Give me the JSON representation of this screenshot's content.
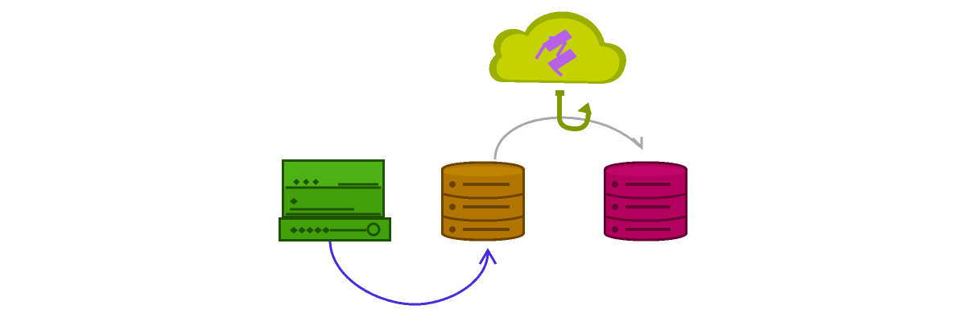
{
  "diagram": {
    "colors": {
      "background": "#ffffff",
      "cloud": "#c4d300",
      "cloud_shadow": "#9caf00",
      "cloud_symbol": "#b760ea",
      "hook": "#7e9a00",
      "server": "#42a10a",
      "server_dark": "#1f5300",
      "server_light": "#5bbf19",
      "db_middle": "#b27600",
      "db_middle_dark": "#6a4400",
      "db_right": "#b3005e",
      "db_right_dark": "#650033",
      "arrow_top": "#a9a9a9",
      "arrow_bottom": "#4a2ce0"
    },
    "nodes": [
      {
        "id": "cloud",
        "icon": "cloud-with-sync-icon"
      },
      {
        "id": "server",
        "icon": "server-rack-icon"
      },
      {
        "id": "middle-db",
        "icon": "database-icon"
      },
      {
        "id": "right-db",
        "icon": "database-icon"
      }
    ],
    "connections": [
      {
        "from": "server",
        "to": "middle-db",
        "icon": "curved-arrow-icon"
      },
      {
        "from": "middle-db",
        "to": "right-db",
        "icon": "curved-arrow-icon"
      },
      {
        "from": "cloud",
        "to": "middle-to-right-link",
        "icon": "hook-icon"
      }
    ]
  }
}
